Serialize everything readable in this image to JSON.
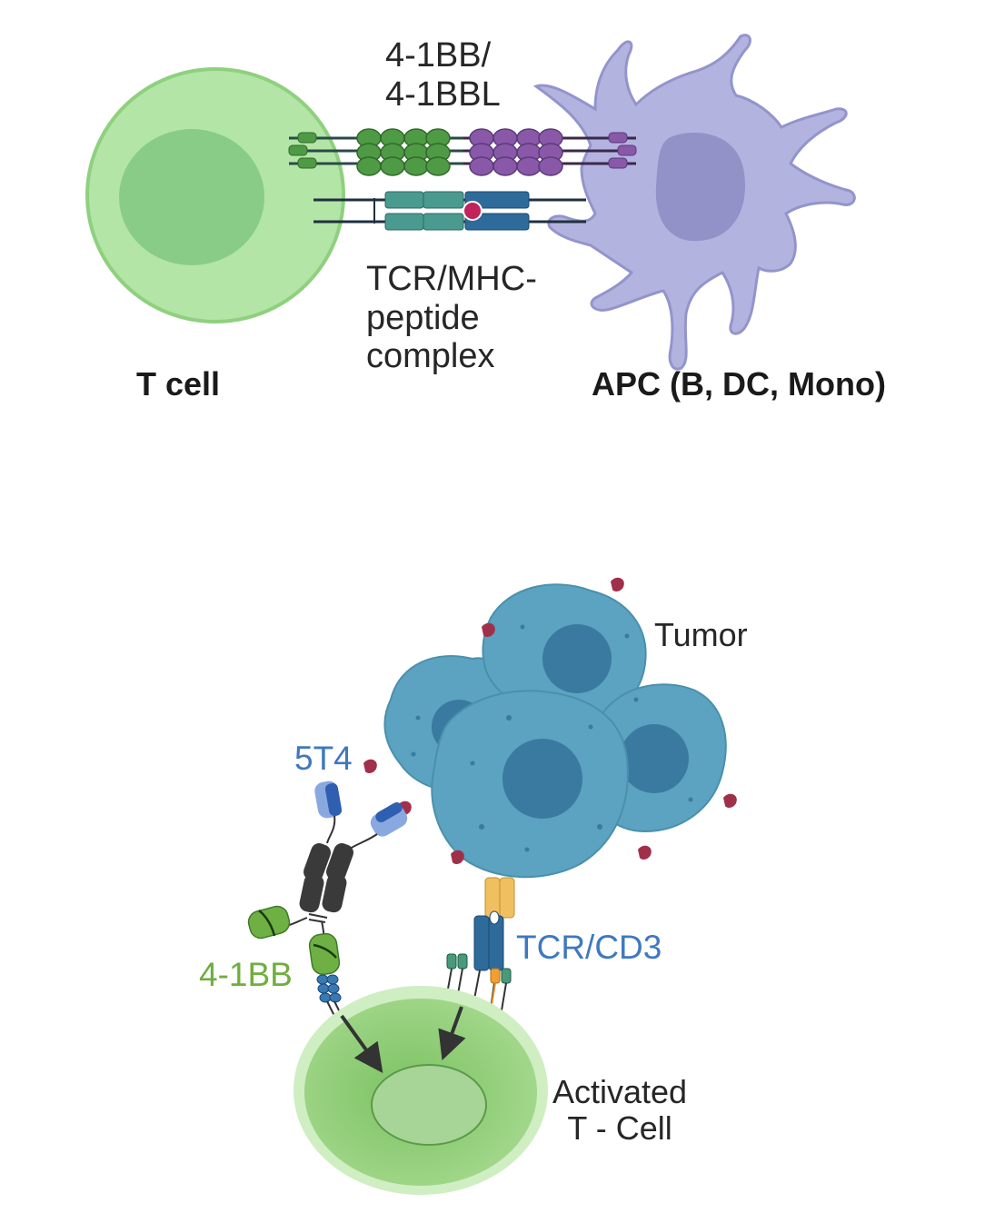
{
  "top_panel": {
    "costim_label_line1": "4-1BB/",
    "costim_label_line2": "4-1BBL",
    "tcr_label_line1": "TCR/MHC-",
    "tcr_label_line2": "peptide",
    "tcr_label_line3": "complex",
    "t_cell_label": "T cell",
    "apc_label": "APC (B, DC, Mono)"
  },
  "bottom_panel": {
    "tumor_label": "Tumor",
    "target_label": "5T4",
    "costim_label": "4-1BB",
    "tcr_label": "TCR/CD3",
    "activated_line1": "Activated",
    "activated_line2": "T - Cell"
  },
  "colors": {
    "t_cell": "#b3e5a6",
    "apc": "#b3b3e0",
    "tumor": "#5ba3c0",
    "nucleus_tumor": "#3a7aa0",
    "receptor_green": "#4f9a44",
    "ligand_purple": "#8a58a8",
    "tcr_teal": "#4a9a90",
    "mhc_blue": "#2e6a9a",
    "peptide": "#c0245a",
    "antigen": "#a0304a",
    "antibody": "#3a3a3a",
    "activated_cell": "#88c870"
  }
}
